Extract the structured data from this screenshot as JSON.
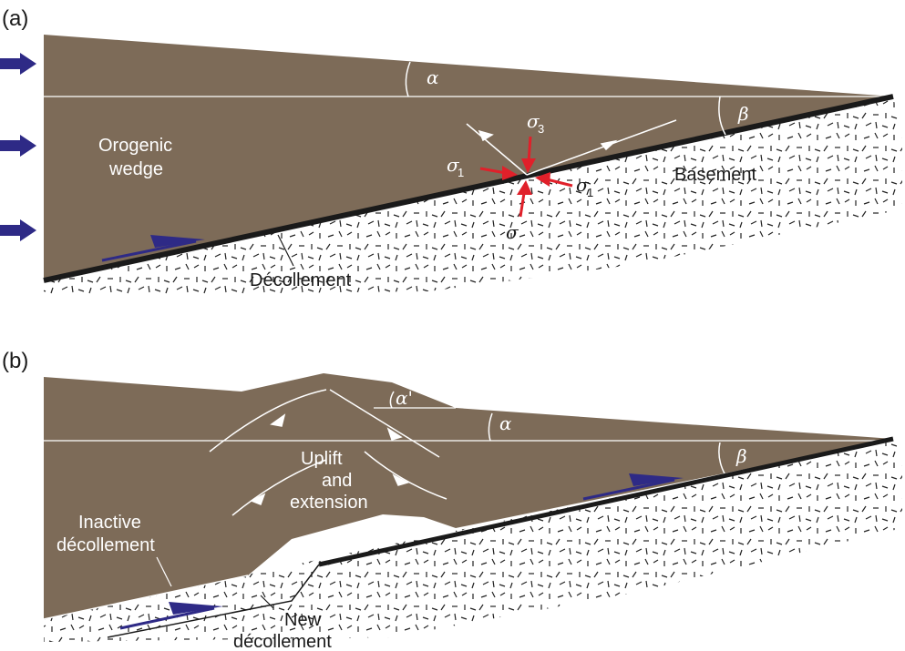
{
  "panel_a": {
    "tag": "(a)",
    "wedge_label_line1": "Orogenic",
    "wedge_label_line2": "wedge",
    "alpha": "α",
    "beta": "β",
    "sigma": "σ",
    "sigma1_sub": "1",
    "sigma3_sub": "3",
    "basement": "Basement",
    "decollement": "Décollement"
  },
  "panel_b": {
    "tag": "(b)",
    "alpha": "α",
    "alpha_prime": "α'",
    "beta": "β",
    "uplift_line1": "Uplift",
    "uplift_line2": "and",
    "uplift_line3": "extension",
    "inactive_line1": "Inactive",
    "inactive_line2": "décollement",
    "new_line1": "New",
    "new_line2": "décollement"
  },
  "colors": {
    "wedge": "#7d6b58",
    "arrow_blue": "#2e2a86",
    "stress_red": "#e0202a",
    "decollement": "#1a1a1a"
  }
}
